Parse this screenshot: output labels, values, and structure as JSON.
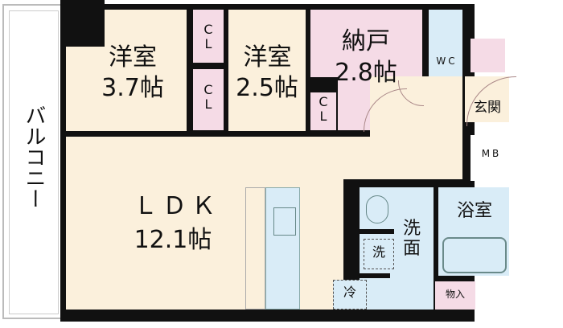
{
  "balcony": {
    "label": "バルコニー"
  },
  "rooms": {
    "western1": {
      "name": "洋室",
      "size": "3.7帖"
    },
    "western2": {
      "name": "洋室",
      "size": "2.5帖"
    },
    "storage_room": {
      "name": "納戸",
      "size": "2.8帖"
    },
    "ldk": {
      "name": "ＬＤＫ",
      "size": "12.1帖"
    },
    "closet_top": "CL",
    "closet_mid": "CL",
    "closet_storage": "CL",
    "wc": "WC",
    "entrance": "玄関",
    "mb": "MB",
    "bathroom": "浴室",
    "washroom": "洗面",
    "washer": "洗",
    "fridge": "冷",
    "storage": "物入"
  },
  "colors": {
    "wall": "#111111",
    "living": "#fbf0dc",
    "storage": "#f5dbe6",
    "water": "#d9ecf7"
  }
}
